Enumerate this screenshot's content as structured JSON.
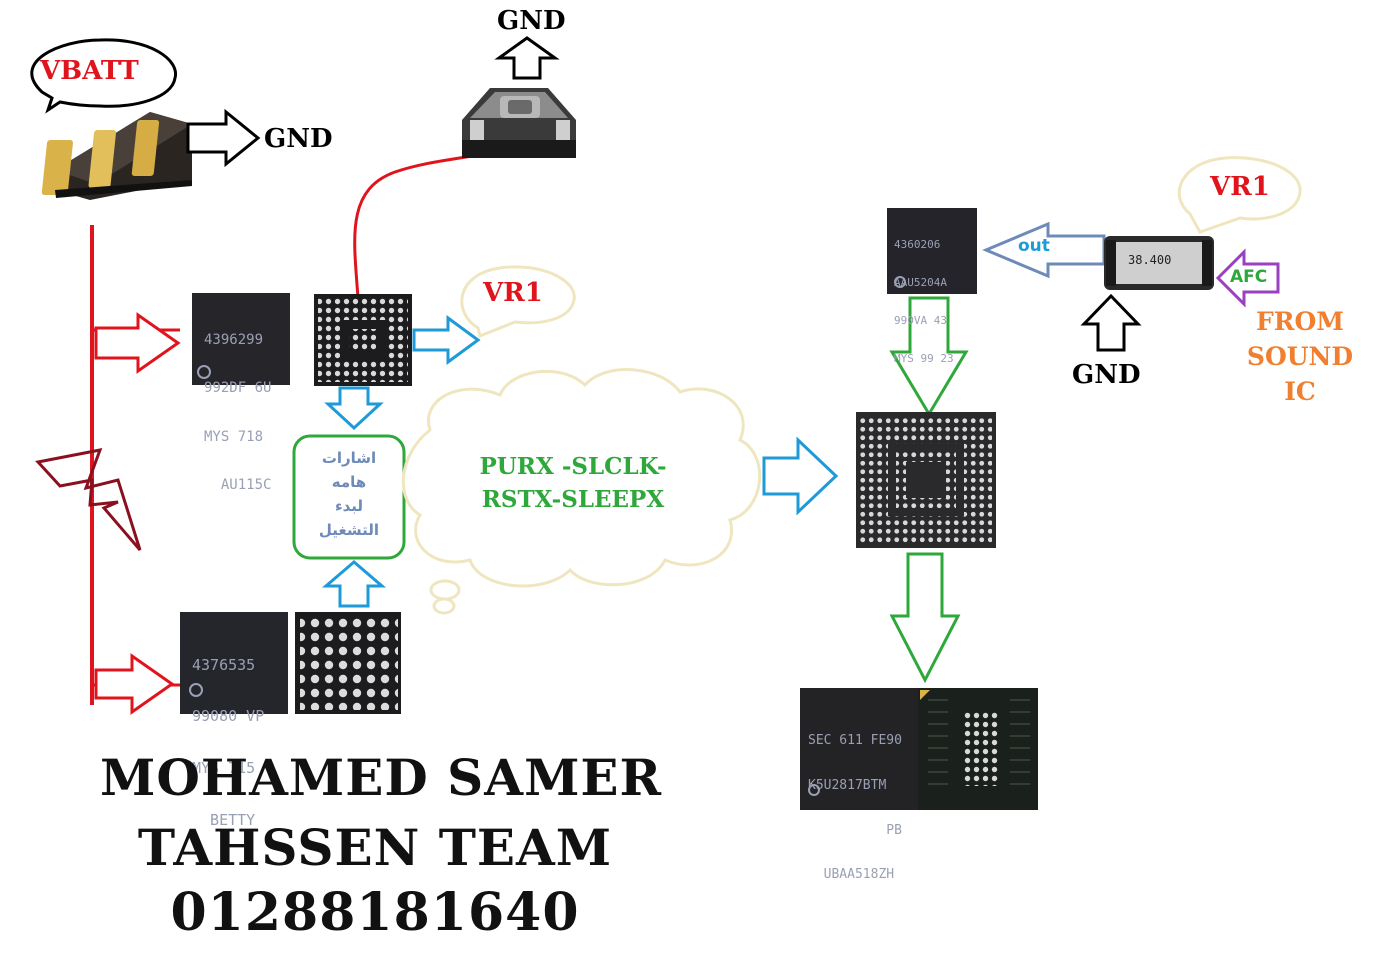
{
  "labels": {
    "vbatt": "VBATT",
    "gnd_battery": "GND",
    "gnd_switch": "GND",
    "vr1_top": "VR1",
    "vr1_oscillator": "VR1",
    "gnd_oscillator": "GND",
    "out": "out",
    "afc": "AFC",
    "from_sound_ic": [
      "FROM",
      "SOUND",
      "IC"
    ],
    "arabic_note": [
      "اشارات",
      "هامه",
      "لبدء",
      "التشغيل"
    ],
    "signals": [
      "PURX -SLCLK-",
      "RSTX-SLEEPX"
    ]
  },
  "chips": {
    "power_ic_top": [
      "4396299",
      "992DF 6U",
      "MYS 718",
      "  AU115C"
    ],
    "power_ic_bottom": [
      "4376535",
      "99080 VP",
      "MYS 715",
      "  BETTY"
    ],
    "rf_ic": [
      "4360206",
      "AAU5204A",
      "990VA 43",
      "MYS 99 23"
    ],
    "crystal": "38.400",
    "memory": [
      "SEC 611 FE90",
      "K5U2817BTM",
      "          PB",
      "  UBAA518ZH"
    ]
  },
  "credit": {
    "name": "MOHAMED SAMER",
    "team": "TAHSSEN TEAM",
    "phone": "01288181640"
  },
  "colors": {
    "power_line": "#e0141c",
    "blue_arrow": "#1e9ad8",
    "green_arrow": "#2ea83a",
    "out_arrow": "#6d8ab8",
    "afc": "#9b40c0",
    "lightning": "#8a1020",
    "bubble_outline": "#efe6c0",
    "orange_text": "#f08030"
  }
}
